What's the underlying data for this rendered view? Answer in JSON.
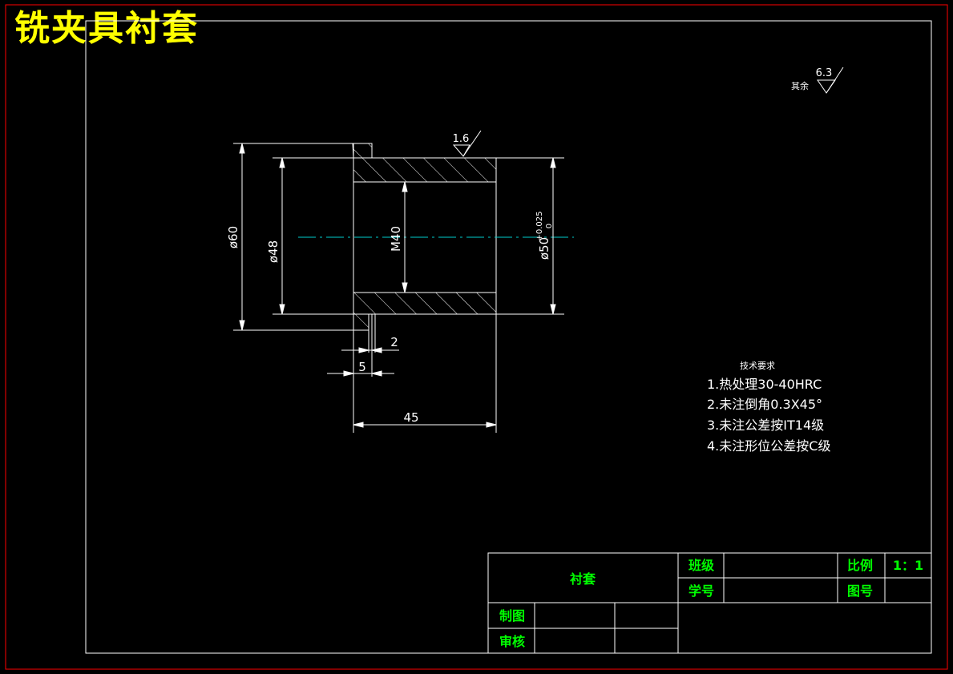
{
  "title": "铣夹具衬套",
  "roughness": {
    "other_label": "其余",
    "other_value": "6.3",
    "surface_value": "1.6"
  },
  "dimensions": {
    "d60": "ø60",
    "d48": "ø48",
    "m40": "M40",
    "d50": "ø50",
    "d50_tol": "+0.025",
    "d50_tol_low": "0",
    "w2": "2",
    "w5": "5",
    "w45": "45"
  },
  "tech": {
    "heading": "技术要求",
    "items": [
      "1.热处理30-40HRC",
      "2.未注倒角0.3X45°",
      "3.未注公差按IT14级",
      "4.未注形位公差按C级"
    ]
  },
  "title_block": {
    "part_name": "衬套",
    "class_label": "班级",
    "class_value": "",
    "scale_label": "比例",
    "scale_value": "1：1",
    "student_id_label": "学号",
    "student_id_value": "",
    "drawing_no_label": "图号",
    "drawing_no_value": "",
    "drawn_label": "制图",
    "review_label": "审核"
  },
  "colors": {
    "background": "#000000",
    "outer_border": "#ff0000",
    "line": "#ffffff",
    "label": "#00ff00",
    "center_line": "#00cccc",
    "title": "#ffff00"
  }
}
